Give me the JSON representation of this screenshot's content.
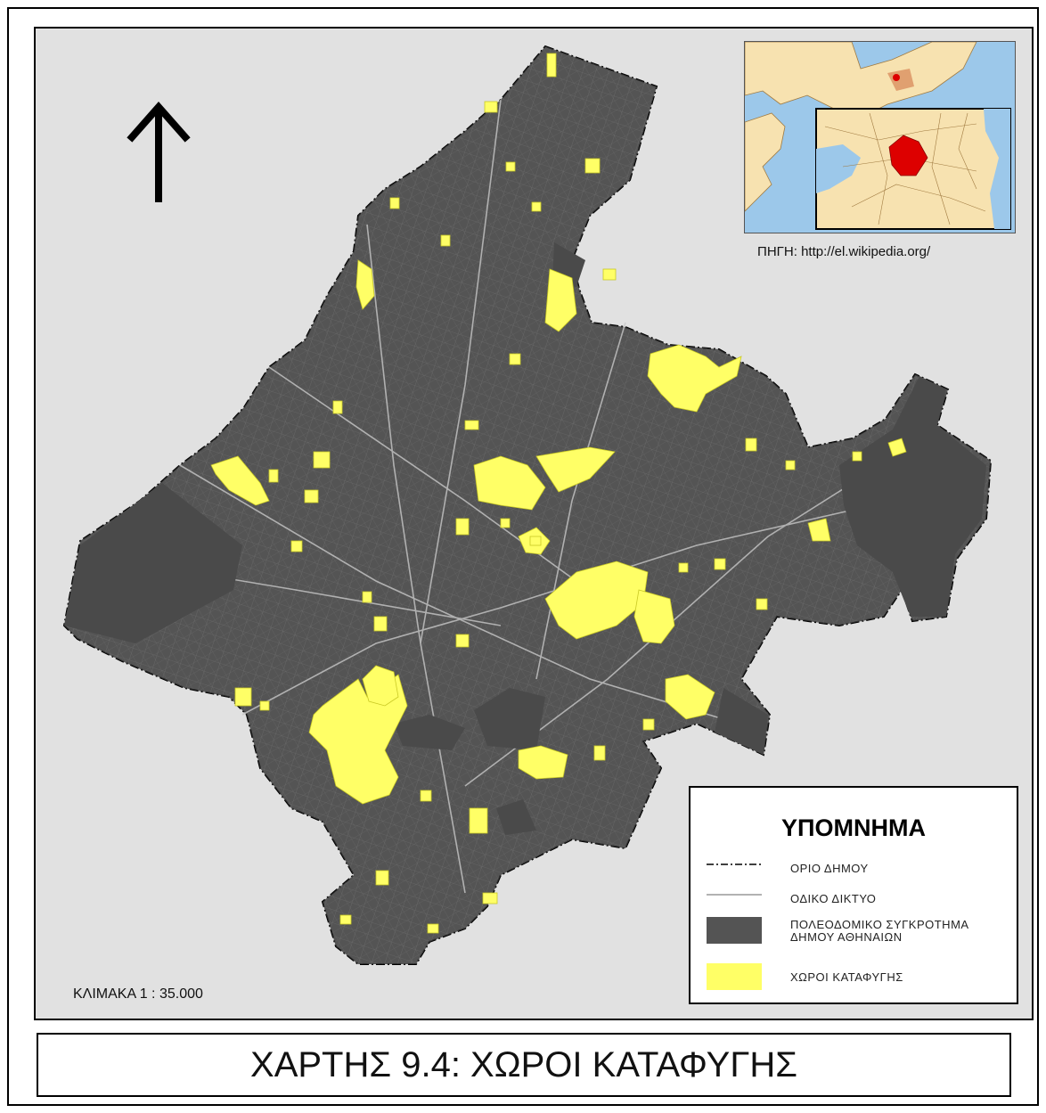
{
  "map": {
    "scale": "ΚΛΙΜΑΚΑ 1 : 35.000",
    "source": "ΠΗΓΗ: http://el.wikipedia.org/",
    "north_arrow_icon": "north-arrow-icon",
    "colors": {
      "urban_area": "#545454",
      "refuge_areas": "#ffff66",
      "background": "#e1e1e1",
      "inset_sea": "#9cc8ea",
      "inset_land": "#f7e2b0",
      "inset_highlight": "#dd0000"
    }
  },
  "legend": {
    "title": "ΥΠΟΜΝΗΜΑ",
    "items": [
      {
        "label": "ΟΡΙΟ ΔΗΜΟΥ",
        "symbol": "dash-dot-line"
      },
      {
        "label": "ΟΔΙΚΟ ΔΙΚΤΥΟ",
        "symbol": "thin-line"
      },
      {
        "label": "ΠΟΛΕΟΔΟΜΙΚΟ ΣΥΓΚΡΟΤΗΜΑ",
        "label_line2": "ΔΗΜΟΥ ΑΘΗΝΑΙΩΝ",
        "symbol": "dark-gray-fill",
        "color": "#545454"
      },
      {
        "label": "ΧΩΡΟΙ ΚΑΤΑΦΥΓΗΣ",
        "symbol": "yellow-fill",
        "color": "#ffff66"
      }
    ]
  },
  "title": "ΧΑΡΤΗΣ 9.4: ΧΩΡΟΙ ΚΑΤΑΦΥΓΗΣ"
}
